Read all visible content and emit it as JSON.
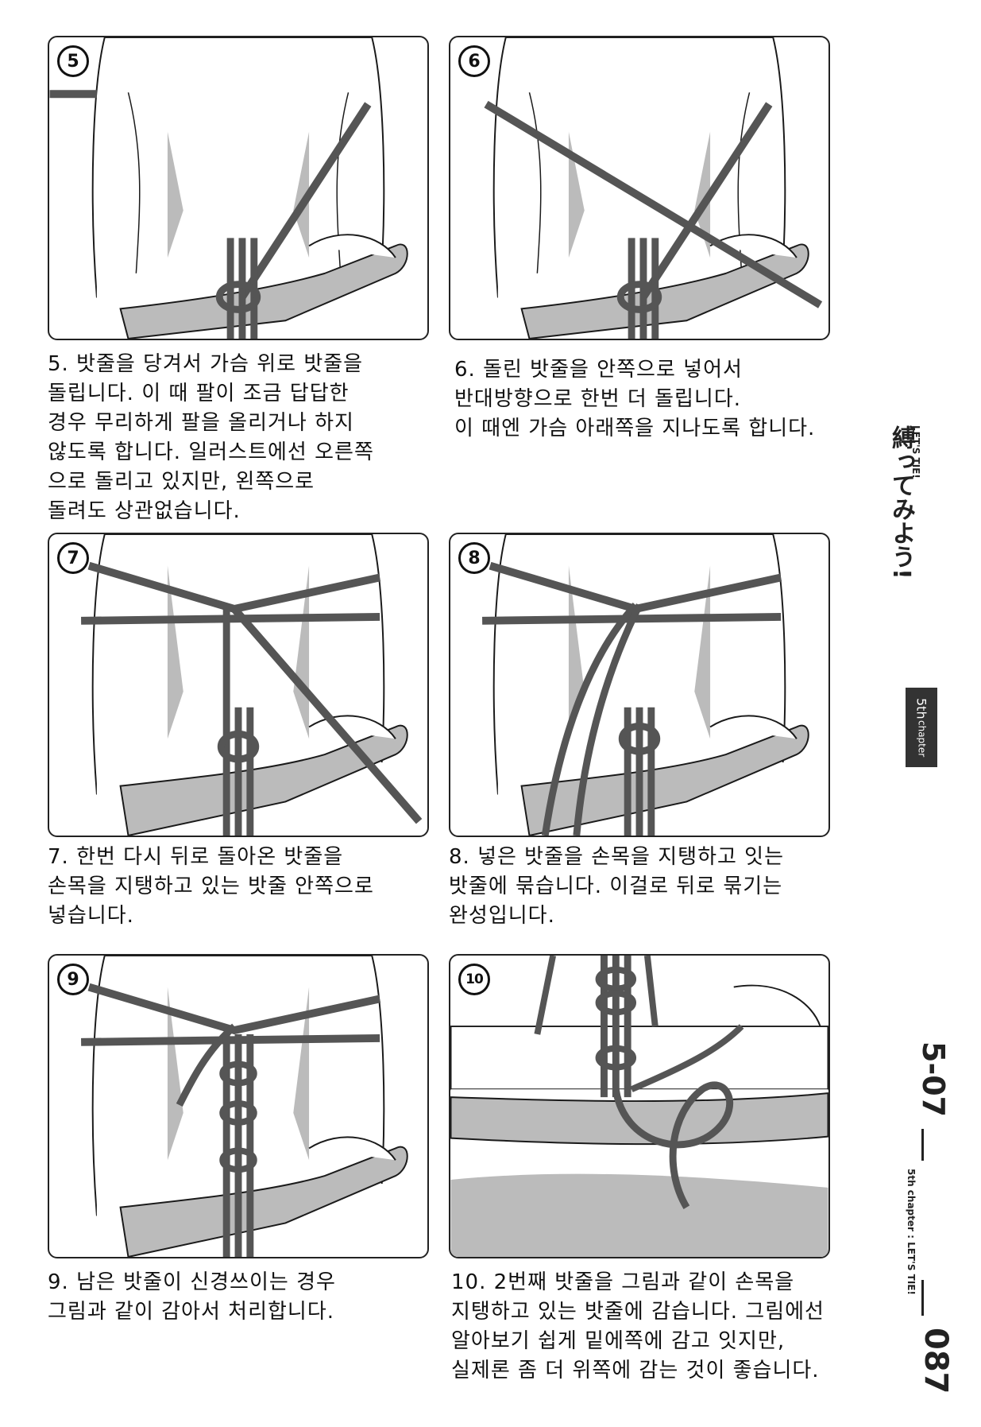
{
  "steps": [
    {
      "number": "5",
      "caption": "5. 밧줄을 당겨서 가슴 위로 밧줄을\n돌립니다. 이 때 팔이 조금 답답한\n경우 무리하게 팔을 올리거나 하지\n않도록 합니다. 일러스트에선 오른쪽\n으로 돌리고 있지만, 왼쪽으로\n돌려도 상관없습니다."
    },
    {
      "number": "6",
      "caption": "6. 돌린 밧줄을 안쪽으로 넣어서\n반대방향으로 한번 더 돌립니다.\n이 때엔 가슴 아래쪽을 지나도록 합니다."
    },
    {
      "number": "7",
      "caption": "7. 한번 다시 뒤로 돌아온 밧줄을\n손목을 지탱하고 있는 밧줄 안쪽으로\n넣습니다."
    },
    {
      "number": "8",
      "caption": "8. 넣은 밧줄을 손목을 지탱하고 잇는\n밧줄에 묶습니다. 이걸로 뒤로 묶기는\n완성입니다."
    },
    {
      "number": "9",
      "caption": "9. 남은 밧줄이 신경쓰이는 경우\n그림과 같이 감아서 처리합니다."
    },
    {
      "number": "10",
      "caption": "10. 2번째 밧줄을 그림과 같이 손목을\n지탱하고 있는 밧줄에 감습니다. 그림에선\n알아보기 쉽게 밑에쪽에 감고 잇지만,\n실제론 좀 더 위쪽에 감는 것이 좋습니다."
    }
  ],
  "sidebar": {
    "title": "縛ってみよう!",
    "subtitle": "LET'S TIE!",
    "chapter_line1": "5th",
    "chapter_line2": "chapter",
    "section": "5-07",
    "section_chapter_line1": "5th chapter :",
    "section_chapter_line2": "LET'S TIE!",
    "page": "087"
  },
  "colors": {
    "rope": "#555555",
    "skin_shadow": "#b8b8b8",
    "line": "#1a1a1a"
  }
}
